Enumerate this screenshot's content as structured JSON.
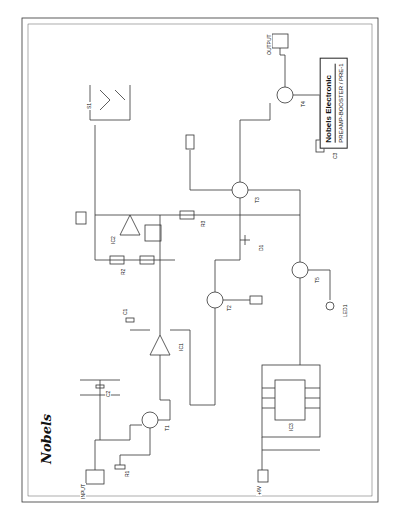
{
  "diagram": {
    "nodes": [
      {
        "text": [
          "Nobels Electronic",
          "PREAMP-BOOSTER / PRE-1"
        ]
      }
    ],
    "labels": [
      "Nobels",
      "INPUT",
      "OUTPUT",
      "T1",
      "T2",
      "T3",
      "T4",
      "T5",
      "IC1",
      "IC2",
      "IC3",
      "S1",
      "R1",
      "R2",
      "R3",
      "C1",
      "C2",
      "C3",
      "D1",
      "LED1",
      "+9V"
    ]
  }
}
